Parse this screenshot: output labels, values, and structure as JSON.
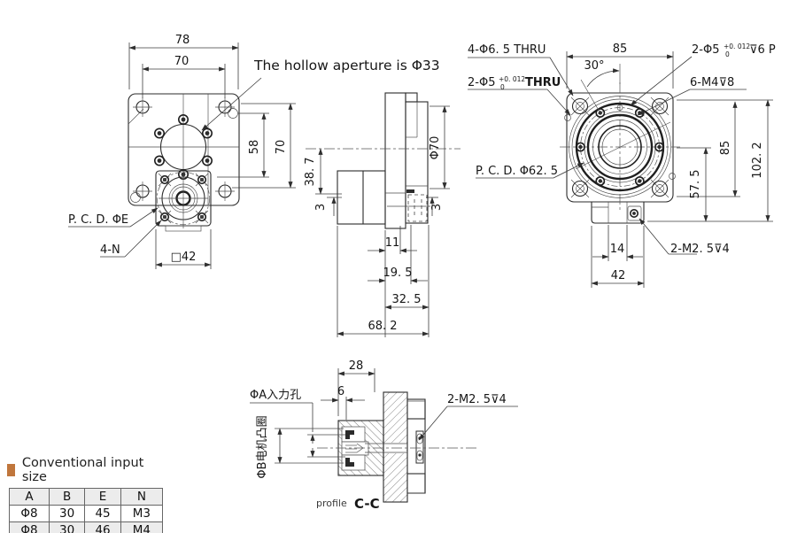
{
  "drawing": {
    "note_hollow_aperture": "The hollow aperture is Φ33",
    "front_view": {
      "dim_width_outer": "78",
      "dim_width_holes": "70",
      "dim_height_holes_inner": "58",
      "dim_height_holes_outer": "70",
      "label_pcd": "P. C. D. ΦE",
      "label_mount_holes": "4-N",
      "dim_square_flange": "□42"
    },
    "side_view": {
      "dim_axis_height": "38. 7",
      "dim_flange_diameter": "Φ70",
      "dim_step_left": "3",
      "dim_step_right": "3",
      "dim_pilot": "11",
      "dim_19_5": "19. 5",
      "dim_32_5": "32. 5",
      "dim_total_length": "68. 2"
    },
    "output_view": {
      "label_corner_holes": "4-Φ6. 5 THRU",
      "label_dowel_thru_prefix": "2-Φ5",
      "label_dowel_thru_tol_upper": "+0. 012",
      "label_dowel_thru_tol_lower": "0",
      "label_dowel_thru_suffix": "THRU",
      "label_dowel_blind_prefix": "2-Φ5",
      "label_dowel_blind_tol_upper": "+0. 012",
      "label_dowel_blind_tol_lower": "0",
      "label_dowel_blind_suffix": "⊽6 P",
      "label_tapped_holes": "6-M4⊽8",
      "dim_angle": "30°",
      "dim_width_top": "85",
      "label_pcd": "P. C. D. Φ62. 5",
      "dim_height_right": "85",
      "dim_height_total": "102. 2",
      "dim_height_57_5": "57. 5",
      "label_bottom_tapped": "2-M2. 5⊽4",
      "dim_slot": "14",
      "dim_tab_width": "42"
    },
    "section_view": {
      "dim_28": "28",
      "dim_6": "6",
      "label_input_hole": "ΦA入力孔",
      "label_motor_spigot": "ΦB电机凸圈",
      "label_tapped": "2-M2. 5⊽4",
      "caption_small": "profile",
      "caption": "C-C"
    }
  },
  "legend_table": {
    "title": "Conventional input size",
    "headers": [
      "A",
      "B",
      "E",
      "N"
    ],
    "rows": [
      [
        "Φ8",
        "30",
        "45",
        "M3"
      ],
      [
        "Φ8",
        "30",
        "46",
        "M4"
      ]
    ]
  },
  "colors": {
    "accent_bullet": "#c0763c",
    "line": "#2b2b2b"
  }
}
